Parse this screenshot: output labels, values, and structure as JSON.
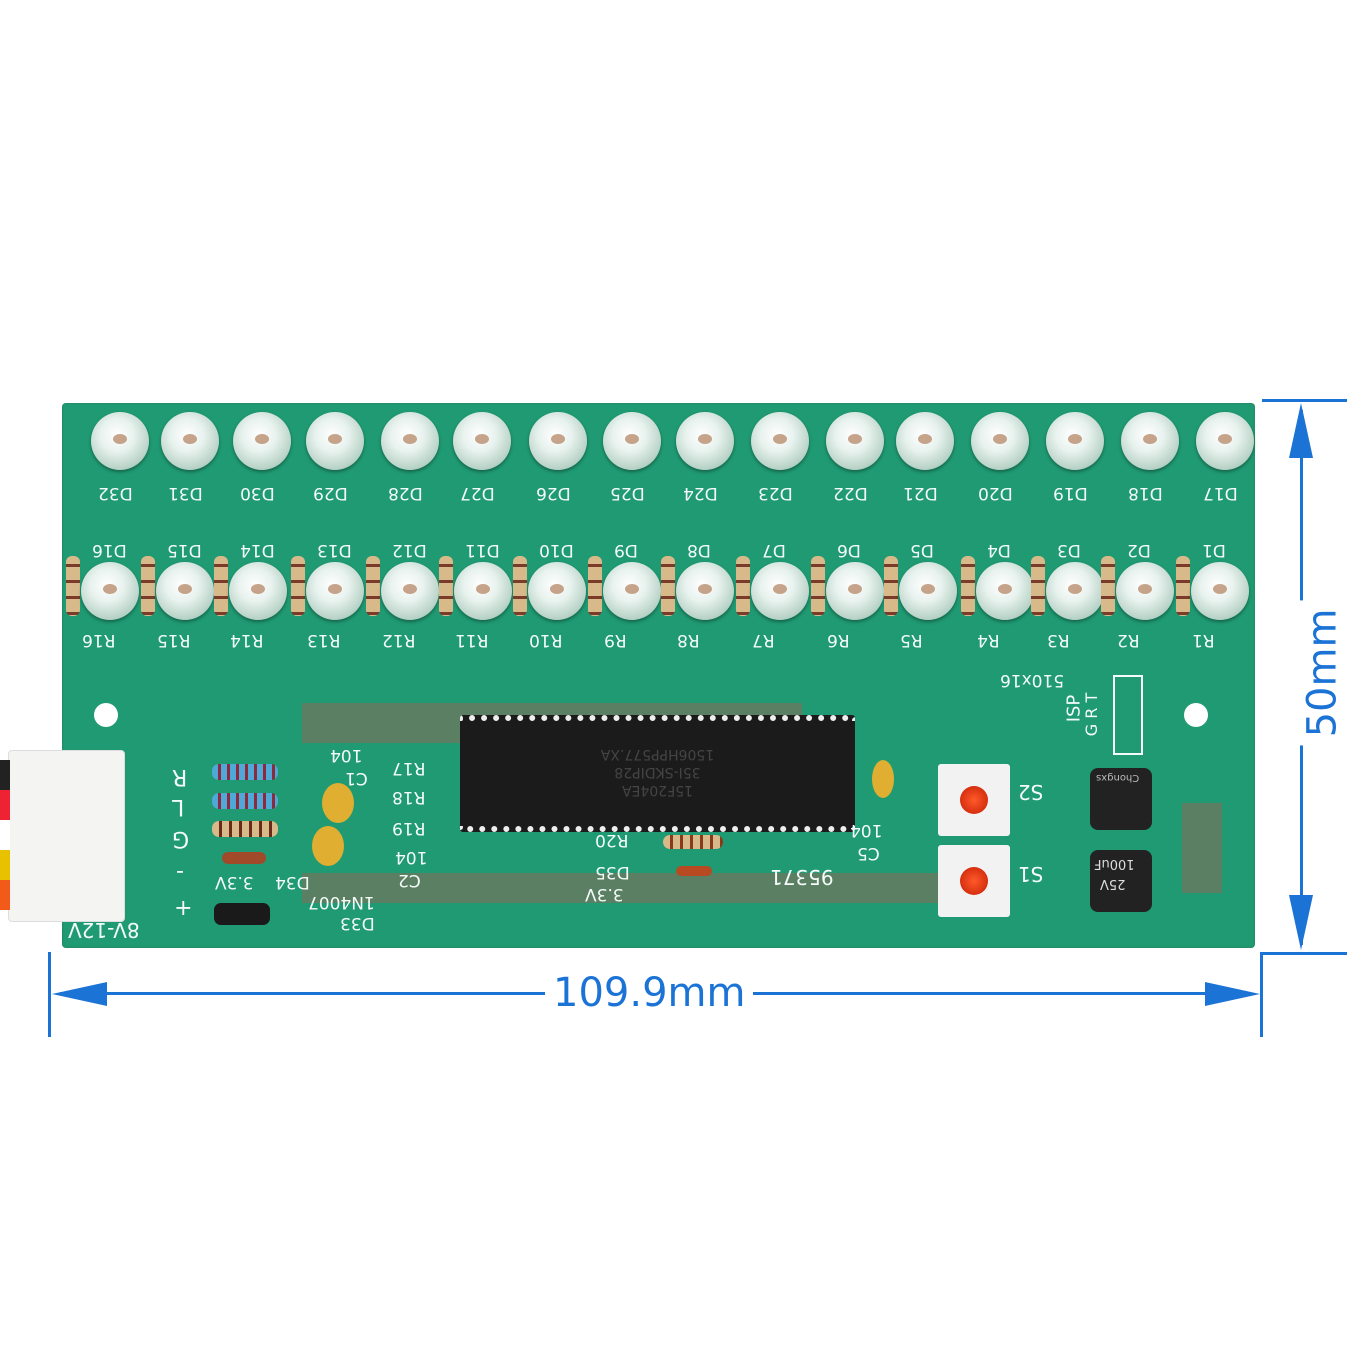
{
  "top_led_labels": [
    "D32",
    "D31",
    "D30",
    "D29",
    "D28",
    "D27",
    "D26",
    "D25",
    "D24",
    "D23",
    "D22",
    "D21",
    "D20",
    "D19",
    "D18",
    "D17"
  ],
  "bottom_led_labels": [
    "D16",
    "D15",
    "D14",
    "D13",
    "D12",
    "D11",
    "D10",
    "D9",
    "D8",
    "D7",
    "D6",
    "D5",
    "D4",
    "D3",
    "D2",
    "D1"
  ],
  "resistor_labels": [
    "R16",
    "R15",
    "R14",
    "R13",
    "R12",
    "R11",
    "R10",
    "R9",
    "R8",
    "R7",
    "R6",
    "R5",
    "R4",
    "R3",
    "R2",
    "R1"
  ],
  "board_text": {
    "r_array": "510x16",
    "isp": "ISP",
    "isp_pins": "G R T",
    "chip_line1": "15F204EA",
    "chip_line2": "35I-SKDIP28",
    "chip_line3": "1506HPP577.XA",
    "r20": "R20",
    "d35": "D35",
    "d35_v": "3.3V",
    "code": "95371",
    "c5": "C5",
    "c5_v": "104",
    "s1": "S1",
    "s2": "S2",
    "r17": "R17",
    "r18": "R18",
    "r19": "R19",
    "c1": "C1",
    "c1_v": "104",
    "c2": "C2",
    "c2_v": "104",
    "d34": "D34",
    "d34_v": "3.3V",
    "d33": "D33",
    "d33_part": "1N4007",
    "pin_r": "R",
    "pin_l": "L",
    "pin_g": "G",
    "pin_minus": "-",
    "pin_plus": "+",
    "supply": "8V-12V",
    "cap_brand": "Chongxs",
    "cap_value": "100uF",
    "cap_voltage": "25V"
  },
  "dimensions": {
    "width": "109.9mm",
    "height": "50mm"
  },
  "colors": {
    "pcb": "#1f9a72",
    "dimension": "#1b73d6"
  }
}
